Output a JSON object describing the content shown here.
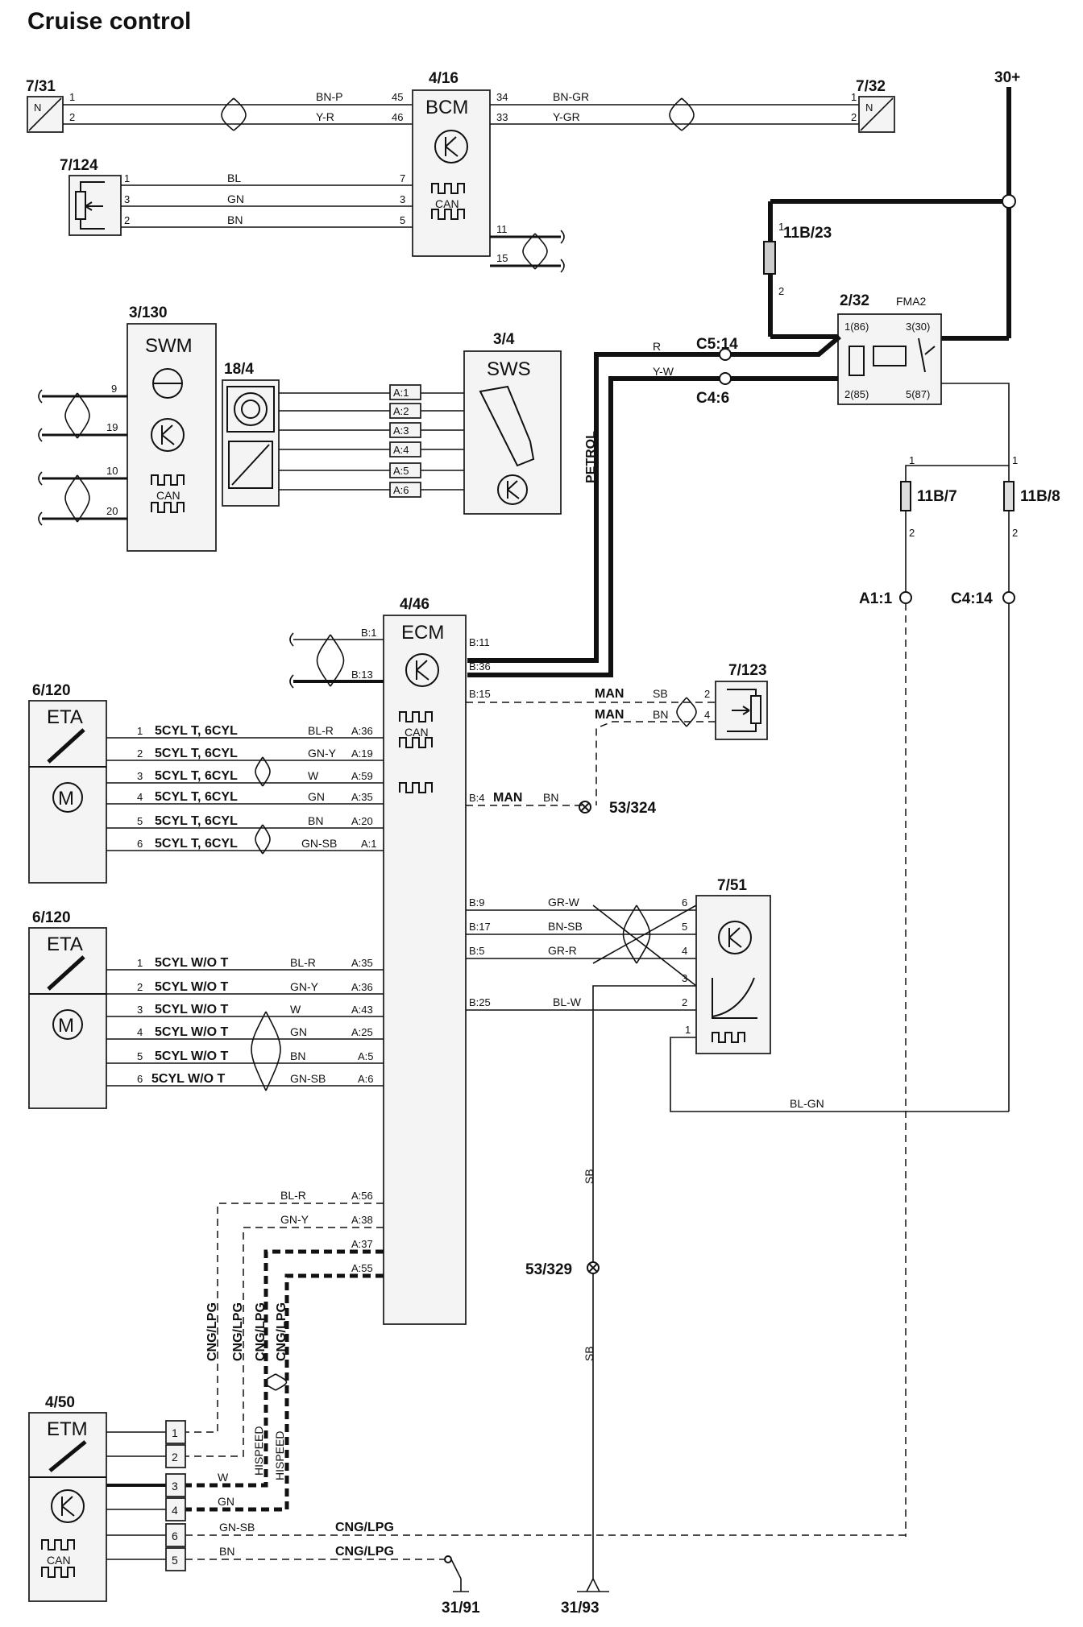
{
  "title": "Cruise control",
  "supply": "30+",
  "components": {
    "c731": {
      "id": "7/31",
      "symbol": "N"
    },
    "c732": {
      "id": "7/32",
      "symbol": "N"
    },
    "c7124": {
      "id": "7/124"
    },
    "bcm": {
      "id": "4/16",
      "name": "BCM",
      "bus": "CAN"
    },
    "swm": {
      "id": "3/130",
      "name": "SWM",
      "bus": "CAN"
    },
    "c184": {
      "id": "18/4"
    },
    "sws": {
      "id": "3/4",
      "name": "SWS"
    },
    "fuse1123": {
      "id": "11B/23"
    },
    "relay": {
      "id": "2/32",
      "name": "FMA2",
      "pins": [
        "1(86)",
        "3(30)",
        "2(85)",
        "5(87)"
      ]
    },
    "fuse117": {
      "id": "11B/7"
    },
    "fuse118": {
      "id": "11B/8"
    },
    "ecm": {
      "id": "4/46",
      "name": "ECM",
      "bus": "CAN"
    },
    "c7123": {
      "id": "7/123"
    },
    "eta1": {
      "id": "6/120",
      "name": "ETA"
    },
    "eta2": {
      "id": "6/120",
      "name": "ETA"
    },
    "c751": {
      "id": "7/51"
    },
    "etm": {
      "id": "4/50",
      "name": "ETM",
      "bus": "CAN"
    }
  },
  "connectors": {
    "c514": "C5:14",
    "c46": "C4:6",
    "a11": "A1:1",
    "c414": "C4:14",
    "g53324": "53/324",
    "g53329": "53/329",
    "g3191": "31/91",
    "g3193": "31/93"
  },
  "variants": {
    "petrol": "PETROL",
    "man": "MAN",
    "cyl5t6": "5CYL T, 6CYL",
    "cyl5wot": "5CYL W/O T",
    "cng": "CNG/LPG",
    "hispeed": "HISPEED"
  },
  "wires": {
    "bcm_left": [
      {
        "pin": "1",
        "color": "BN-P",
        "bcm_pin": "45"
      },
      {
        "pin": "2",
        "color": "Y-R",
        "bcm_pin": "46"
      }
    ],
    "bcm_right": [
      {
        "bcm_pin": "34",
        "color": "BN-GR",
        "pin": "1"
      },
      {
        "bcm_pin": "33",
        "color": "Y-GR",
        "pin": "2"
      }
    ],
    "c7124": [
      {
        "pin": "1",
        "color": "BL",
        "bcm_pin": "7"
      },
      {
        "pin": "3",
        "color": "GN",
        "bcm_pin": "3"
      },
      {
        "pin": "2",
        "color": "BN",
        "bcm_pin": "5"
      }
    ],
    "bcm_can": [
      "11",
      "15"
    ],
    "swm_pins": [
      "9",
      "19",
      "10",
      "20"
    ],
    "sws_pins": [
      "A:1",
      "A:2",
      "A:3",
      "A:4",
      "A:5",
      "A:6"
    ],
    "relay_feed": [
      {
        "color": "R"
      },
      {
        "color": "Y-W"
      }
    ],
    "fuse_pins": [
      "1",
      "2"
    ],
    "ecm_top": [
      {
        "pin": "B:1"
      },
      {
        "pin": "B:13"
      },
      {
        "pin": "B:11"
      },
      {
        "pin": "B:36"
      }
    ],
    "ecm_man": [
      {
        "pin": "B:15",
        "color": "SB",
        "to": "2"
      },
      {
        "pin": "",
        "color": "BN",
        "to": "4"
      },
      {
        "pin": "B:4",
        "color": "BN"
      }
    ],
    "eta1": [
      {
        "pin": "1",
        "color": "BL-R",
        "ecm": "A:36"
      },
      {
        "pin": "2",
        "color": "GN-Y",
        "ecm": "A:19"
      },
      {
        "pin": "3",
        "color": "W",
        "ecm": "A:59"
      },
      {
        "pin": "4",
        "color": "GN",
        "ecm": "A:35"
      },
      {
        "pin": "5",
        "color": "BN",
        "ecm": "A:20"
      },
      {
        "pin": "6",
        "color": "GN-SB",
        "ecm": "A:1"
      }
    ],
    "eta2": [
      {
        "pin": "1",
        "color": "BL-R",
        "ecm": "A:35"
      },
      {
        "pin": "2",
        "color": "GN-Y",
        "ecm": "A:36"
      },
      {
        "pin": "3",
        "color": "W",
        "ecm": "A:43"
      },
      {
        "pin": "4",
        "color": "GN",
        "ecm": "A:25"
      },
      {
        "pin": "5",
        "color": "BN",
        "ecm": "A:5"
      },
      {
        "pin": "6",
        "color": "GN-SB",
        "ecm": "A:6"
      }
    ],
    "c751": [
      {
        "ecm": "B:9",
        "color": "GR-W",
        "pin": "6"
      },
      {
        "ecm": "B:17",
        "color": "BN-SB",
        "pin": "5"
      },
      {
        "ecm": "B:5",
        "color": "GR-R",
        "pin": "4"
      },
      {
        "ecm": "",
        "color": "",
        "pin": "3"
      },
      {
        "ecm": "B:25",
        "color": "BL-W",
        "pin": "2"
      },
      {
        "ecm": "",
        "color": "",
        "pin": "1"
      }
    ],
    "c751_feed": "BL-GN",
    "ground_sb": "SB",
    "etm": [
      {
        "pin": "1",
        "color": "BL-R",
        "ecm": "A:56"
      },
      {
        "pin": "2",
        "color": "GN-Y",
        "ecm": "A:38"
      },
      {
        "pin": "3",
        "color": "W",
        "ecm": "A:37"
      },
      {
        "pin": "4",
        "color": "GN",
        "ecm": "A:55"
      },
      {
        "pin": "6",
        "color": "GN-SB"
      },
      {
        "pin": "5",
        "color": "BN"
      }
    ]
  }
}
